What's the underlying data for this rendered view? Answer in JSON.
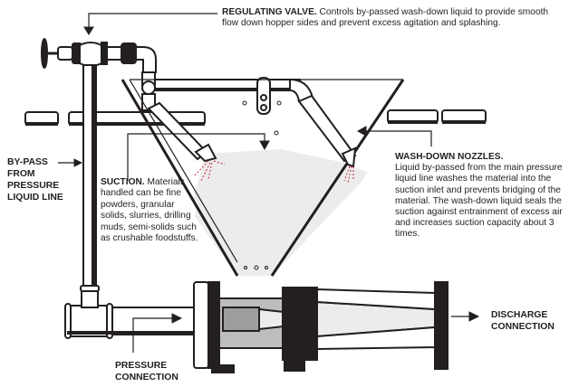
{
  "diagram": {
    "title": "Eductor with hopper and wash-down nozzles",
    "colors": {
      "ink": "#231f20",
      "material_fill": "#ececec",
      "body_grey": "#bdbdbd",
      "spray": "#c0283a"
    },
    "labels": {
      "regulating_valve": {
        "heading": "REGULATING VALVE.",
        "body": "Controls by-passed wash-down liquid to provide smooth flow down hopper sides and prevent excess agitation and splashing."
      },
      "wash_down_nozzles": {
        "heading": "WASH-DOWN NOZZLES.",
        "body": "Liquid by-passed from the main pressure liquid line washes the material into the suction inlet and prevents bridging of the material. The wash-down liquid seals the suction against entrainment of excess air and increases suction capacity about 3 times."
      },
      "suction": {
        "heading": "SUCTION.",
        "body": "Materials handled can be fine powders, granular solids, slurries, drilling muds, semi-solids such as crushable foodstuffs."
      },
      "bypass": {
        "line1": "BY-PASS",
        "line2": "FROM",
        "line3": "PRESSURE",
        "line4": "LIQUID LINE"
      },
      "pressure_connection": {
        "line1": "PRESSURE",
        "line2": "CONNECTION"
      },
      "discharge_connection": {
        "line1": "DISCHARGE",
        "line2": "CONNECTION"
      }
    },
    "components": [
      "regulating-valve",
      "bypass-pipe",
      "hopper",
      "wash-down-nozzle-left",
      "wash-down-nozzle-right",
      "suction-inlet",
      "pressure-nozzle",
      "diffuser",
      "discharge-flange"
    ]
  }
}
